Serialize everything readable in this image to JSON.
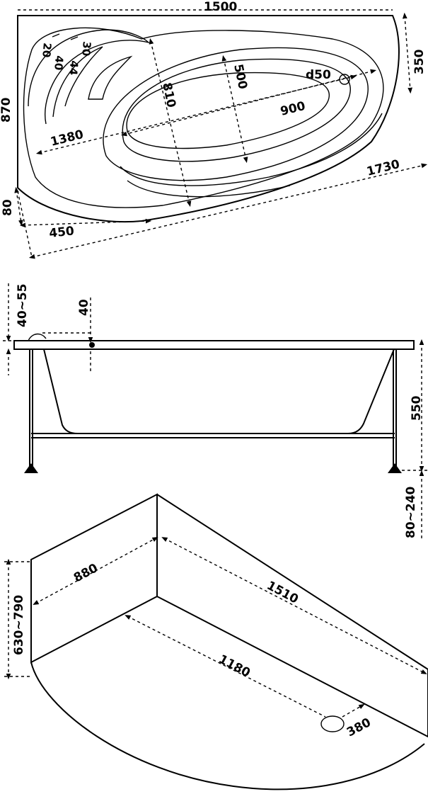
{
  "top_view": {
    "dims": {
      "width_1500": "1500",
      "height_870": "870",
      "right_350": "350",
      "outer_810": "810",
      "inner_500": "500",
      "drain_d50": "d50",
      "long_900": "900",
      "diag_1380": "1380",
      "diag_1730": "1730",
      "left_80": "80",
      "bottom_450": "450",
      "r20": "20",
      "r40": "40",
      "r30": "30",
      "r44": "44"
    }
  },
  "side_view": {
    "dims": {
      "rim_40_55": "40~55",
      "rim_40": "40",
      "height_550": "550",
      "legs_80_240": "80~240"
    }
  },
  "iso_view": {
    "dims": {
      "wall_880": "880",
      "wall_1510": "1510",
      "floor_1180": "1180",
      "drain_380": "380",
      "height_630_790": "630~790"
    }
  }
}
